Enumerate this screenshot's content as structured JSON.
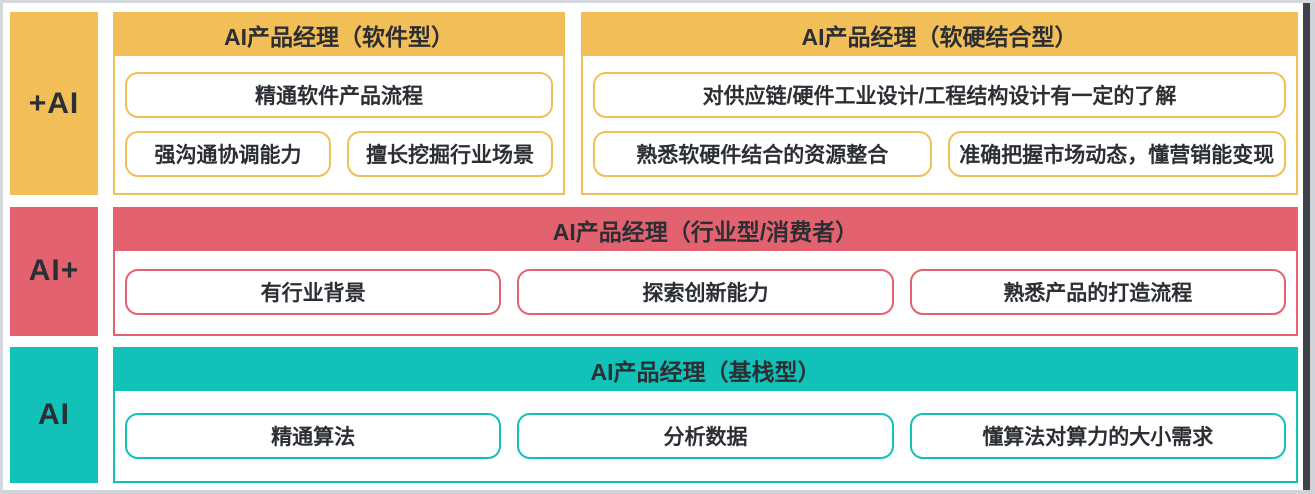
{
  "colors": {
    "gold": "#f2be58",
    "rose": "#e2636f",
    "teal": "#12c1b8",
    "text": "#2b2e33",
    "frame_light": "#d4d8dc",
    "frame_dark": "#3f4347"
  },
  "rows": [
    {
      "label": "+AI",
      "theme": "gold",
      "boxes": [
        {
          "title": "AI产品经理（软件型）",
          "pill_rows": [
            [
              "精通软件产品流程"
            ],
            [
              "强沟通协调能力",
              "擅长挖掘行业场景"
            ]
          ]
        },
        {
          "title": "AI产品经理（软硬结合型）",
          "pill_rows": [
            [
              "对供应链/硬件工业设计/工程结构设计有一定的了解"
            ],
            [
              "熟悉软硬件结合的资源整合",
              "准确把握市场动态，懂营销能变现"
            ]
          ]
        }
      ]
    },
    {
      "label": "AI+",
      "theme": "rose",
      "boxes": [
        {
          "title": "AI产品经理（行业型/消费者）",
          "pill_rows": [
            [
              "有行业背景",
              "探索创新能力",
              "熟悉产品的打造流程"
            ]
          ]
        }
      ]
    },
    {
      "label": "AI",
      "theme": "teal",
      "boxes": [
        {
          "title": "AI产品经理（基栈型）",
          "pill_rows": [
            [
              "精通算法",
              "分析数据",
              "懂算法对算力的大小需求"
            ]
          ]
        }
      ]
    }
  ]
}
